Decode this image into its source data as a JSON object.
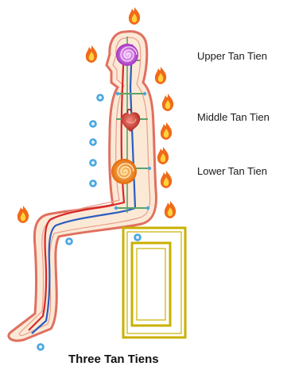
{
  "labels": {
    "upper": "Upper Tan Tien",
    "middle": "Middle Tan Tien",
    "lower": "Lower Tan Tien"
  },
  "caption": "Three Tan Tiens",
  "colors": {
    "body_outline": "#e07060",
    "body_fill": "#fbe9d6",
    "channel_red": "#d72828",
    "channel_blue": "#2a5dbf",
    "channel_green": "#5aa36a",
    "stool": "#c9b000",
    "flame": "#f06a1a",
    "dot": "#4aa6de",
    "upper_center": "#b03cc8",
    "middle_center": "#d0352a",
    "lower_center": "#ef7d12"
  },
  "icons": {
    "flame": "flame-icon",
    "dot": "energy-dot-icon",
    "upper": "spiral-icon",
    "middle": "heart-icon",
    "lower": "spiral-icon"
  }
}
